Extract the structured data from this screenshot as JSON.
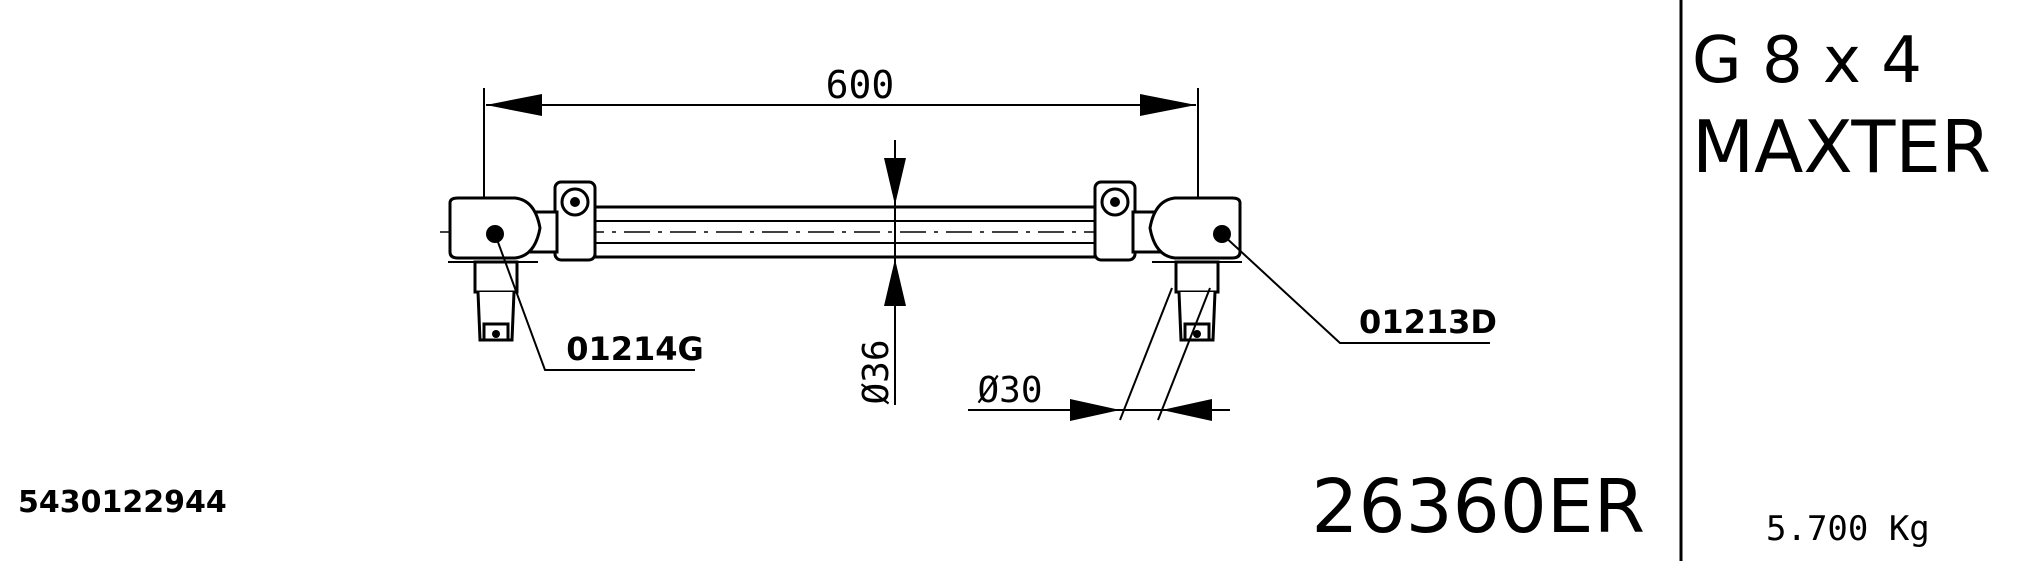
{
  "dimensions": {
    "length": "600",
    "tube_diameter": "Ø36",
    "bar_diameter": "Ø30"
  },
  "parts": {
    "left_end": "01214G",
    "right_end": "01213D"
  },
  "reference_number": "5430122944",
  "part_number": "26360ER",
  "title_block": {
    "model_line1": "G 8 x 4",
    "model_line2": "MAXTER",
    "weight": "5.700 Kg"
  }
}
